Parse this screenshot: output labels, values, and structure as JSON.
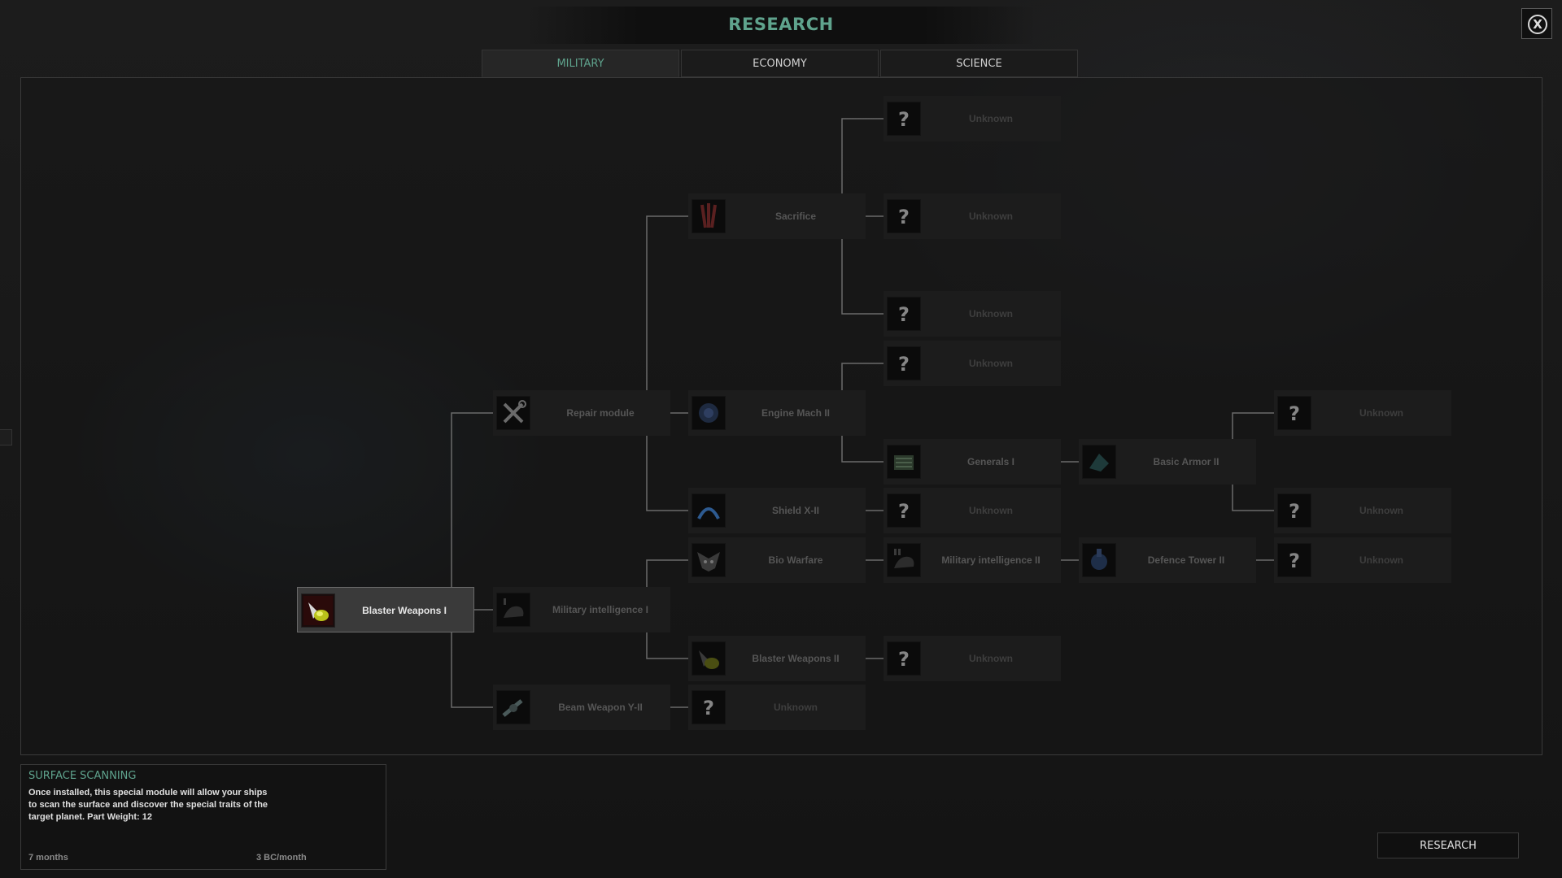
{
  "header": {
    "title": "RESEARCH",
    "close_icon": "close-circle-icon",
    "close_glyph": "X"
  },
  "tabs": [
    {
      "label": "MILITARY",
      "active": true
    },
    {
      "label": "ECONOMY",
      "active": false
    },
    {
      "label": "SCIENCE",
      "active": false
    }
  ],
  "tree": {
    "nodes": {
      "blaster1": {
        "label": "Blaster Weapons I",
        "icon": "blaster-weapon-icon",
        "state": "selected"
      },
      "repair": {
        "label": "Repair module",
        "icon": "wrench-icon",
        "state": "locked"
      },
      "milint1": {
        "label": "Military intelligence I",
        "icon": "military-intelligence-icon",
        "state": "locked"
      },
      "beam": {
        "label": "Beam Weapon Y-II",
        "icon": "beam-weapon-icon",
        "state": "locked"
      },
      "sacrifice": {
        "label": "Sacrifice",
        "icon": "sacrifice-claw-icon",
        "state": "locked"
      },
      "engine": {
        "label": "Engine Mach II",
        "icon": "engine-icon",
        "state": "locked"
      },
      "shield": {
        "label": "Shield X-II",
        "icon": "shield-icon",
        "state": "locked"
      },
      "bio": {
        "label": "Bio Warfare",
        "icon": "bio-warfare-icon",
        "state": "locked"
      },
      "blaster2": {
        "label": "Blaster Weapons II",
        "icon": "blaster-weapon-icon",
        "state": "locked"
      },
      "beam_next": {
        "label": "Unknown",
        "icon": "question-mark-icon",
        "state": "unknown"
      },
      "u1": {
        "label": "Unknown",
        "icon": "question-mark-icon",
        "state": "unknown"
      },
      "u2": {
        "label": "Unknown",
        "icon": "question-mark-icon",
        "state": "unknown"
      },
      "u3": {
        "label": "Unknown",
        "icon": "question-mark-icon",
        "state": "unknown"
      },
      "u4": {
        "label": "Unknown",
        "icon": "question-mark-icon",
        "state": "unknown"
      },
      "generals": {
        "label": "Generals I",
        "icon": "generals-icon",
        "state": "locked"
      },
      "u5": {
        "label": "Unknown",
        "icon": "question-mark-icon",
        "state": "unknown"
      },
      "milint2": {
        "label": "Military intelligence II",
        "icon": "military-intelligence-icon",
        "state": "locked"
      },
      "u6": {
        "label": "Unknown",
        "icon": "question-mark-icon",
        "state": "unknown"
      },
      "armor": {
        "label": "Basic Armor II",
        "icon": "armor-icon",
        "state": "locked"
      },
      "defence": {
        "label": "Defence Tower II",
        "icon": "defence-tower-icon",
        "state": "locked"
      },
      "u7": {
        "label": "Unknown",
        "icon": "question-mark-icon",
        "state": "unknown"
      },
      "u8": {
        "label": "Unknown",
        "icon": "question-mark-icon",
        "state": "unknown"
      },
      "u9": {
        "label": "Unknown",
        "icon": "question-mark-icon",
        "state": "unknown"
      }
    },
    "unknown_glyph": "?"
  },
  "info": {
    "title": "SURFACE SCANNING",
    "description": "Once installed, this special module will allow your ships to scan the surface and discover the special traits of the target planet. Part Weight: 12",
    "time": "7 months",
    "cost": "3 BC/month"
  },
  "actions": {
    "research_label": "RESEARCH"
  },
  "colors": {
    "accent": "#5fa38d",
    "line": "#6a6a6a"
  }
}
